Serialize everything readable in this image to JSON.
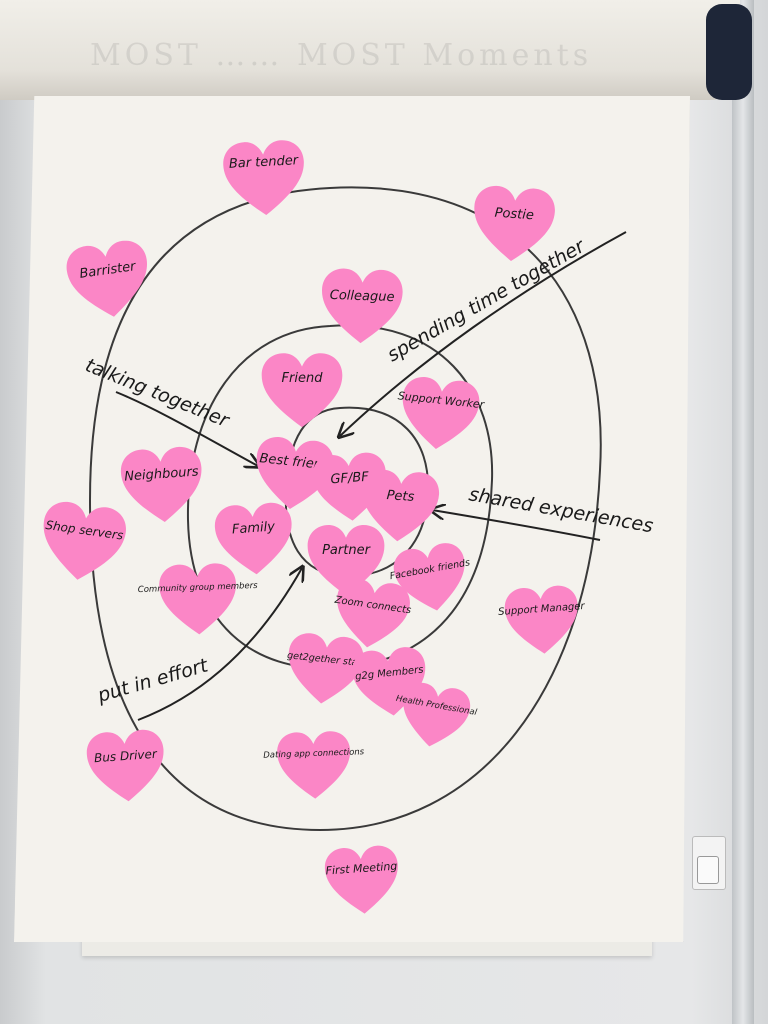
{
  "background": {
    "wall_color": "#e2e4e5",
    "paper_color": "#f4f2ed",
    "postit_color": "#fb86c6",
    "ink_color": "#1a1a1a"
  },
  "roll_text": "MOST …… MOST Moments",
  "arrows": {
    "talking": "talking together",
    "spending": "spending time together",
    "shared": "shared experiences",
    "effort": "put in effort"
  },
  "hearts": {
    "bartender": "Bar tender",
    "postie": "Postie",
    "barrister": "Barrister",
    "colleague": "Colleague",
    "friend": "Friend",
    "support_worker": "Support Worker",
    "neighbour": "Neighbours",
    "best_friend": "Best friend",
    "gf_bf": "GF/BF",
    "pets": "Pets",
    "family": "Family",
    "shop_servers": "Shop servers",
    "partner": "Partner",
    "community_group": "Community group members",
    "facebook_friends": "Facebook friends",
    "zoom_connects": "Zoom connects",
    "support_manager": "Support Manager",
    "get2gether_staff": "get2gether staff",
    "g2g_members": "g2g Members",
    "health_professional": "Health Professional",
    "bus_driver": "Bus Driver",
    "dating_app": "Dating app connections",
    "first_meeting": "First Meeting"
  }
}
